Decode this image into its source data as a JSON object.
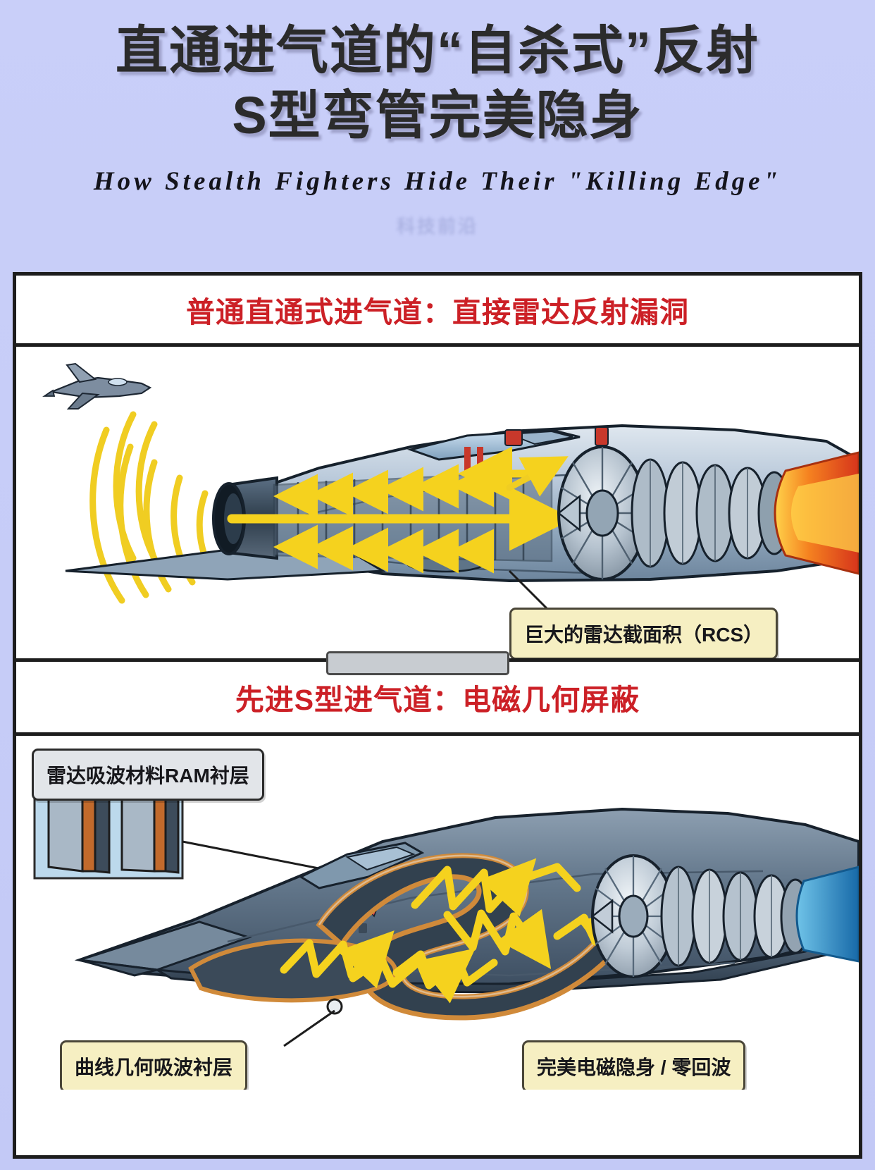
{
  "header": {
    "title_line1": "直通进气道的“自杀式”反射",
    "title_line2": "S型弯管完美隐身",
    "subtitle": "How Stealth Fighters Hide Their \"Killing Edge\"",
    "watermark": "科技前沿"
  },
  "panels": [
    {
      "id": "straight-duct",
      "heading": "普通直通式进气道：直接雷达反射漏洞",
      "callouts": [
        {
          "id": "rcs",
          "text": "巨大的雷达截面积（RCS）",
          "style": "yellow"
        }
      ]
    },
    {
      "id": "s-duct",
      "heading": "先进S型进气道：电磁几何屏蔽",
      "callouts": [
        {
          "id": "ram-liner",
          "text": "雷达吸波材料RAM衬层",
          "style": "grey"
        },
        {
          "id": "curved-liner",
          "text": "曲线几何吸波衬层",
          "style": "yellow"
        },
        {
          "id": "zero-echo",
          "text": "完美电磁隐身 / 零回波",
          "style": "yellow"
        }
      ]
    }
  ],
  "colors": {
    "background": "#c8cef8",
    "heading_red": "#cc2026",
    "title_dark": "#2b2b2b",
    "radar_beam": "#f5d21e",
    "callout_yellow": "#f6efc2",
    "callout_grey": "#e2e5e9",
    "card_border": "#1d1d1d"
  }
}
